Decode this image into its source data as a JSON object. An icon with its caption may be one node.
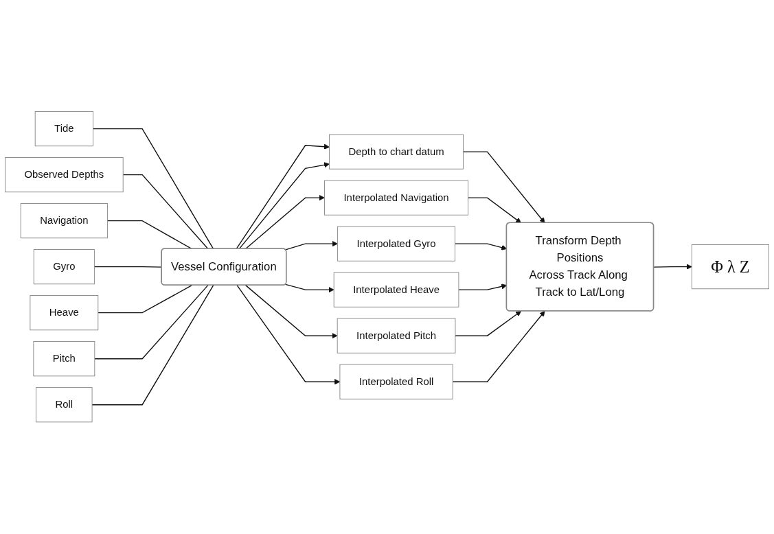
{
  "diagram": {
    "nodes": [
      {
        "text": [
          "Tide"
        ]
      },
      {
        "text": [
          "Observed Depths"
        ]
      },
      {
        "text": [
          "Navigation"
        ]
      },
      {
        "text": [
          "Gyro"
        ]
      },
      {
        "text": [
          "Heave"
        ]
      },
      {
        "text": [
          "Pitch"
        ]
      },
      {
        "text": [
          "Roll"
        ]
      },
      {
        "text": [
          "Vessel Configuration"
        ]
      },
      {
        "text": [
          "Depth to chart datum"
        ]
      },
      {
        "text": [
          "Interpolated Navigation"
        ]
      },
      {
        "text": [
          "Interpolated Gyro"
        ]
      },
      {
        "text": [
          "Interpolated Heave"
        ]
      },
      {
        "text": [
          "Interpolated Pitch"
        ]
      },
      {
        "text": [
          "Interpolated Roll"
        ]
      },
      {
        "text": [
          "Transform Depth Positions",
          "Across Track Along Track to Lat/Long"
        ]
      },
      {
        "text": [
          "Φ λ Z"
        ]
      }
    ],
    "edges": [
      {
        "from": 0,
        "to": 7,
        "arrow": "none"
      },
      {
        "from": 1,
        "to": 7,
        "arrow": "none"
      },
      {
        "from": 2,
        "to": 7,
        "arrow": "none"
      },
      {
        "from": 3,
        "to": 7,
        "arrow": "none"
      },
      {
        "from": 4,
        "to": 7,
        "arrow": "none"
      },
      {
        "from": 5,
        "to": 7,
        "arrow": "none"
      },
      {
        "from": 6,
        "to": 7,
        "arrow": "none"
      },
      {
        "from": 7,
        "to": 8,
        "arrow": "to"
      },
      {
        "from": 7,
        "to": 8,
        "arrow": "to"
      },
      {
        "from": 7,
        "to": 9,
        "arrow": "to"
      },
      {
        "from": 7,
        "to": 10,
        "arrow": "to"
      },
      {
        "from": 7,
        "to": 11,
        "arrow": "to"
      },
      {
        "from": 7,
        "to": 12,
        "arrow": "to"
      },
      {
        "from": 7,
        "to": 13,
        "arrow": "to"
      },
      {
        "from": 8,
        "to": 14,
        "arrow": "to"
      },
      {
        "from": 9,
        "to": 14,
        "arrow": "to"
      },
      {
        "from": 10,
        "to": 14,
        "arrow": "to"
      },
      {
        "from": 11,
        "to": 14,
        "arrow": "to"
      },
      {
        "from": 12,
        "to": 14,
        "arrow": "to"
      },
      {
        "from": 13,
        "to": 14,
        "arrow": "to"
      },
      {
        "from": 14,
        "to": 15,
        "arrow": "to"
      }
    ]
  }
}
